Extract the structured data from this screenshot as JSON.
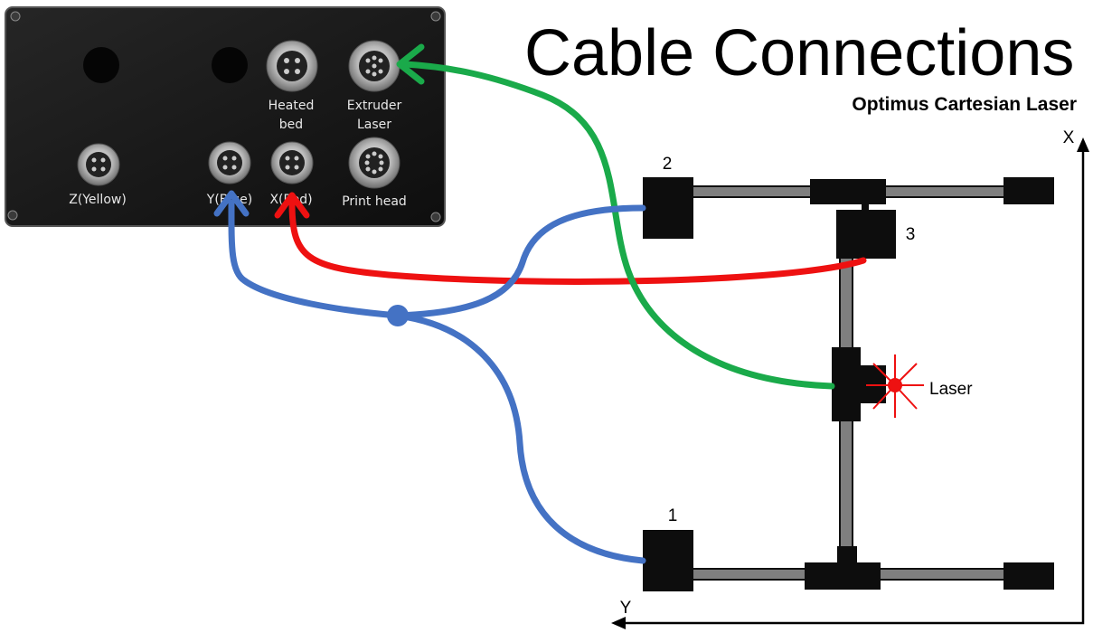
{
  "title": "Cable Connections",
  "subtitle": "Optimus Cartesian Laser",
  "control_box": {
    "connectors": [
      {
        "label_line1": "Heated",
        "label_line2": "bed"
      },
      {
        "label_line1": "Extruder",
        "label_line2": "Laser"
      },
      {
        "label_line1": "Z(Yellow)",
        "label_line2": ""
      },
      {
        "label_line1": "Y(Blue)",
        "label_line2": ""
      },
      {
        "label_line1": "X(Red)",
        "label_line2": ""
      },
      {
        "label_line1": "Print head",
        "label_line2": ""
      }
    ]
  },
  "frame": {
    "motor_labels": [
      "1",
      "2",
      "3"
    ],
    "laser_label": "Laser",
    "axis_x": "X",
    "axis_y": "Y"
  },
  "colors": {
    "green_cable": "#1aaa4a",
    "blue_cable": "#4472c4",
    "red_cable": "#ee1111",
    "frame_black": "#0d0d0d",
    "rail_gray": "#7f7f7f"
  }
}
